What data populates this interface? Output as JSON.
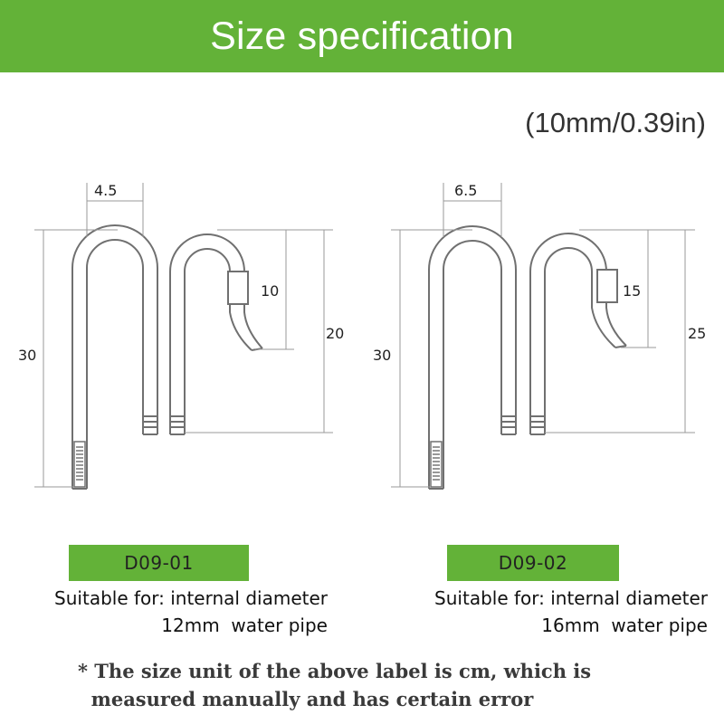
{
  "header": {
    "title": "Size specification"
  },
  "scale_note": "(10mm/0.39in)",
  "products": [
    {
      "model": "D09-01",
      "width_label": "4.5",
      "inflow_height_label": "30",
      "outflow_short_label": "10",
      "outflow_long_label": "20",
      "suitable_line1": "Suitable for: internal diameter",
      "suitable_line2": "12mm  water pipe"
    },
    {
      "model": "D09-02",
      "width_label": "6.5",
      "inflow_height_label": "30",
      "outflow_short_label": "15",
      "outflow_long_label": "25",
      "suitable_line1": "Suitable for: internal diameter",
      "suitable_line2": "16mm  water pipe"
    }
  ],
  "footnote": {
    "line1": "* The size unit of the above label is cm, which is",
    "line2": "  measured manually and has certain error"
  },
  "colors": {
    "accent": "#63b238",
    "pipe": "#707070",
    "dim_line": "#9a9a9a"
  }
}
